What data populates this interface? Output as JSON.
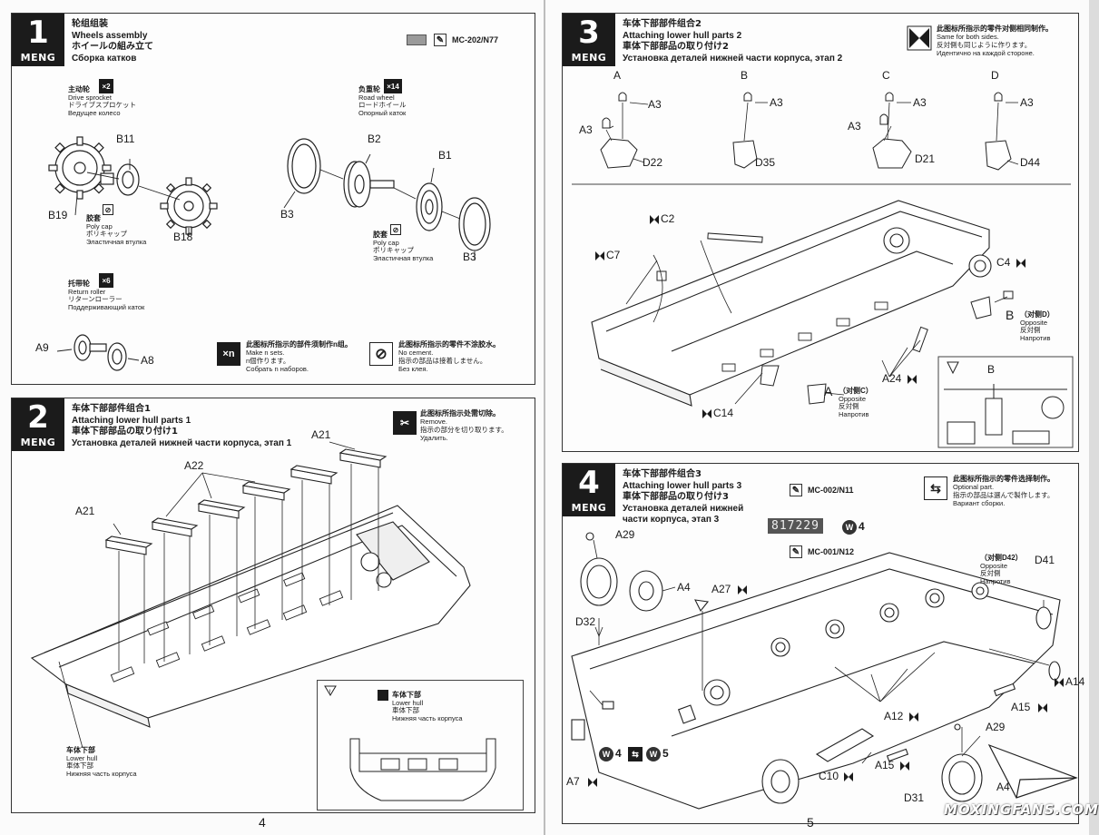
{
  "brand": "MENG",
  "pages": {
    "left_number": "4",
    "right_number": "5"
  },
  "watermark": "MOXINGFANS.COM",
  "step1": {
    "number": "1",
    "title_zh": "轮组组装",
    "title_en": "Wheels assembly",
    "title_ja": "ホイールの組み立て",
    "title_ru": "Сборка катков",
    "paint_code": "MC-202/N77",
    "paint_color": "#9a9a9a",
    "sprocket": {
      "zh": "主动轮",
      "en": "Drive sprocket",
      "ja": "ドライブスプロケット",
      "ru": "Ведущее колесо",
      "qty": "×2"
    },
    "road_wheel": {
      "zh": "负重轮",
      "en": "Road wheel",
      "ja": "ロードホイール",
      "ru": "Опорный каток",
      "qty": "×14"
    },
    "return_roller": {
      "zh": "托带轮",
      "en": "Return roller",
      "ja": "リターンローラー",
      "ru": "Поддерживающий каток",
      "qty": "×6"
    },
    "poly_cap": {
      "zh": "胶套",
      "en": "Poly cap",
      "ja": "ポリキャップ",
      "ru": "Эластичная втулка"
    },
    "parts": {
      "b11": "B11",
      "b19": "B19",
      "b18": "B18",
      "b2": "B2",
      "b1": "B1",
      "b3a": "B3",
      "b3b": "B3",
      "a9": "A9",
      "a8": "A8"
    },
    "make_n": {
      "icon": "×n",
      "zh": "此图标所指示的部件须制作n组。",
      "en": "Make n sets.",
      "ja": "n個作ります。",
      "ru": "Собрать n наборов."
    },
    "no_cement": {
      "zh": "此图标所指示的零件不涂胶水。",
      "en": "No cement.",
      "ja": "指示の部品は接着しません。",
      "ru": "Без клея."
    }
  },
  "step2": {
    "number": "2",
    "title_zh": "车体下部部件组合1",
    "title_en": "Attaching lower hull parts 1",
    "title_ja": "車体下部部品の取り付け1",
    "title_ru": "Установка деталей нижней части корпуса, этап 1",
    "remove": {
      "zh": "此图标所指示处需切除。",
      "en": "Remove.",
      "ja": "指示の部分を切り取ります。",
      "ru": "Удалить."
    },
    "parts": {
      "a21a": "A21",
      "a21b": "A21",
      "a22": "A22"
    },
    "lower_hull": {
      "zh": "车体下部",
      "en": "Lower hull",
      "ja": "車体下部",
      "ru": "Нижняя часть корпуса"
    },
    "inset_lower_hull": {
      "zh": "车体下部",
      "en": "Lower hull",
      "ja": "車体下部",
      "ru": "Нижняя часть корпуса"
    }
  },
  "step3": {
    "number": "3",
    "title_zh": "车体下部部件组合2",
    "title_en": "Attaching lower hull parts 2",
    "title_ja": "車体下部部品の取り付け2",
    "title_ru": "Установка деталей нижней части корпуса, этап 2",
    "same_both": {
      "zh": "此图标所指示的零件对侧相同制作。",
      "en": "Same for both sides.",
      "ja": "反対側も同じように作ります。",
      "ru": "Идентично на каждой стороне."
    },
    "sub": {
      "a": "A",
      "b": "B",
      "c": "C",
      "d": "D"
    },
    "parts": {
      "a3_1": "A3",
      "a3_2": "A3",
      "a3_3": "A3",
      "a3_4": "A3",
      "a3_5": "A3",
      "a3_6": "A3",
      "d22": "D22",
      "d35": "D35",
      "d21": "D21",
      "d44": "D44",
      "c2": "C2",
      "c7": "C7",
      "c4": "C4",
      "c14": "C14",
      "a24": "A24",
      "b_label": "B",
      "a_label": "A",
      "inset_b": "B"
    },
    "opposite_d": {
      "zh": "（对侧D）",
      "en": "Opposite",
      "ja": "反対側",
      "ru": "Напротив"
    },
    "opposite_c": {
      "zh": "（对侧C）",
      "en": "Opposite",
      "ja": "反対側",
      "ru": "Напротив"
    }
  },
  "step4": {
    "number": "4",
    "title_zh": "车体下部部件组合3",
    "title_en": "Attaching lower hull parts 3",
    "title_ja": "車体下部部品の取り付け3",
    "title_ru_1": "Установка деталей нижней",
    "title_ru_2": "части корпуса, этап 3",
    "paint1": "MC-002/N11",
    "paint2": "MC-001/N12",
    "code": "817229",
    "w4": "4",
    "w5": "5",
    "optional": {
      "zh": "此图标所指示的零件选择制作。",
      "en": "Optional part.",
      "ja": "指示の部品は選んで製作します。",
      "ru": "Вариант сборки."
    },
    "opposite": {
      "zh": "（对侧D42）",
      "en": "Opposite",
      "ja": "反対側",
      "ru": "Напротив"
    },
    "parts": {
      "a29a": "A29",
      "a4a": "A4",
      "d32": "D32",
      "a27": "A27",
      "d41": "D41",
      "a14": "A14",
      "a15a": "A15",
      "a12": "A12",
      "a29b": "A29",
      "a7": "A7",
      "c10": "C10",
      "a15b": "A15",
      "a4b": "A4",
      "d31": "D31"
    }
  }
}
